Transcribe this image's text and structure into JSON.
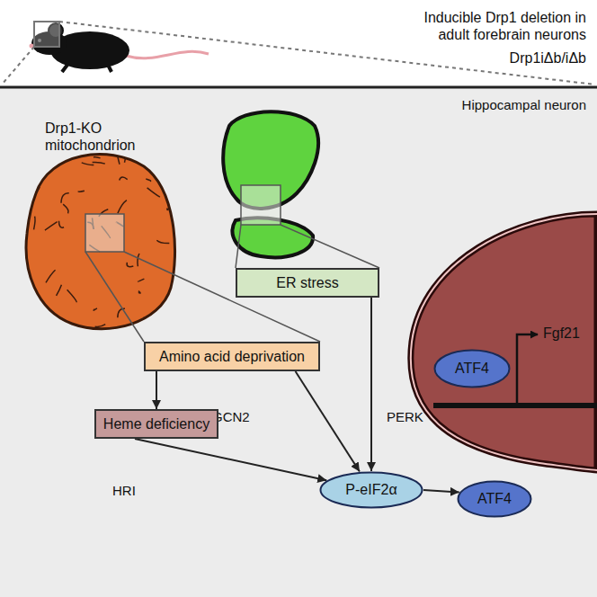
{
  "diagram": {
    "nodes": [
      {
        "text": [
          "ER stress"
        ]
      },
      {
        "text": [
          "Amino acid deprivation"
        ]
      },
      {
        "text": [
          "ATF4"
        ]
      },
      {
        "text": [
          "Heme deficiency"
        ]
      },
      {
        "text": [
          "P-eIF2α"
        ]
      },
      {
        "text": [
          "ATF4"
        ]
      }
    ],
    "edges": [
      {
        "from": 1,
        "to": 3,
        "arrow": "to"
      },
      {
        "from": 1,
        "to": 4,
        "label": "GCN2",
        "arrow": "to"
      },
      {
        "from": 3,
        "to": 4,
        "label": "HRI",
        "arrow": "to"
      },
      {
        "from": 0,
        "to": 4,
        "label": "PERK",
        "arrow": "to"
      },
      {
        "from": 4,
        "to": 5,
        "arrow": "to"
      }
    ],
    "labels": [
      "Inducible Drp1 deletion in adult forebrain neurons",
      "Drp1iΔb/iΔb",
      "Hippocampal neuron",
      "Drp1-KO mitochondrion",
      "Fgf21"
    ]
  }
}
